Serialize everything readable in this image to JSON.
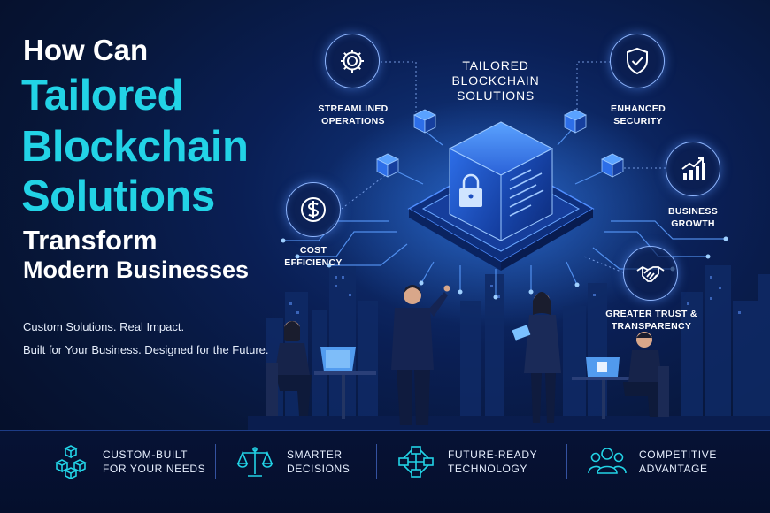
{
  "headline": {
    "line1": "How Can",
    "line2": "Tailored",
    "line3": "Blockchain",
    "line4": "Solutions",
    "line5": "Transform",
    "line6": "Modern Businesses"
  },
  "taglines": [
    "Custom Solutions. Real Impact.",
    "Built for Your Business. Designed for the Future."
  ],
  "center": {
    "title": "TAILORED BLOCKCHAIN SOLUTIONS"
  },
  "features": [
    {
      "label": "STREAMLINED OPERATIONS",
      "icon": "gear-icon"
    },
    {
      "label": "ENHANCED SECURITY",
      "icon": "shield-check-icon"
    },
    {
      "label": "BUSINESS GROWTH",
      "icon": "growth-chart-icon"
    },
    {
      "label": "COST EFFICIENCY",
      "icon": "dollar-icon"
    },
    {
      "label": "GREATER TRUST & TRANSPARENCY",
      "icon": "handshake-icon"
    }
  ],
  "benefits": [
    {
      "line1": "CUSTOM-BUILT",
      "line2": "FOR YOUR NEEDS",
      "icon": "cubes-icon"
    },
    {
      "line1": "SMARTER",
      "line2": "DECISIONS",
      "icon": "scales-icon"
    },
    {
      "line1": "FUTURE-READY",
      "line2": "TECHNOLOGY",
      "icon": "network-icon"
    },
    {
      "line1": "COMPETITIVE",
      "line2": "ADVANTAGE",
      "icon": "team-icon"
    }
  ],
  "colors": {
    "background": "#071638",
    "accent_cyan": "#22d3e6",
    "glow_blue": "#3b8bff"
  }
}
